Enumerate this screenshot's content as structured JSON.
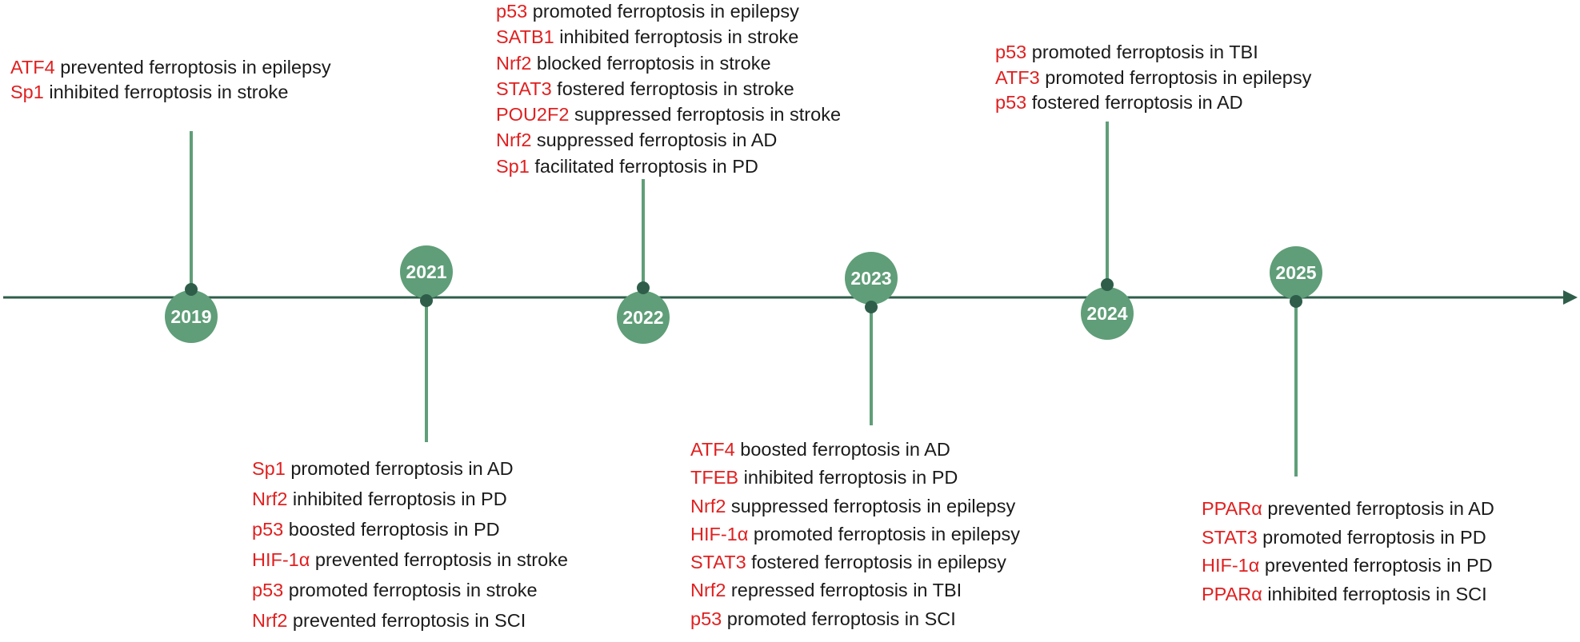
{
  "colors": {
    "axis": "#2e5e4a",
    "connector": "#5f9e78",
    "circle": "#5f9e78",
    "dot": "#2e5e4a",
    "factor": "#e02020",
    "text": "#1a1a1a"
  },
  "milestones": [
    {
      "year": "2019",
      "events": [
        {
          "factor": "ATF4",
          "text": " prevented ferroptosis in epilepsy"
        },
        {
          "factor": "Sp1",
          "text": " inhibited ferroptosis in stroke"
        }
      ]
    },
    {
      "year": "2021",
      "events": [
        {
          "factor": "Sp1",
          "text": " promoted ferroptosis in AD"
        },
        {
          "factor": "Nrf2",
          "text": " inhibited ferroptosis in PD"
        },
        {
          "factor": "p53",
          "text": " boosted ferroptosis in PD"
        },
        {
          "factor": "HIF-1α",
          "text": " prevented ferroptosis in stroke"
        },
        {
          "factor": "p53",
          "text": " promoted ferroptosis in stroke"
        },
        {
          "factor": "Nrf2",
          "text": " prevented ferroptosis in SCI"
        }
      ]
    },
    {
      "year": "2022",
      "events": [
        {
          "factor": "p53",
          "text": " promoted ferroptosis in epilepsy"
        },
        {
          "factor": "SATB1",
          "text": " inhibited ferroptosis in stroke"
        },
        {
          "factor": "Nrf2",
          "text": " blocked ferroptosis in stroke"
        },
        {
          "factor": "STAT3",
          "text": " fostered ferroptosis in stroke"
        },
        {
          "factor": "POU2F2",
          "text": " suppressed ferroptosis in stroke"
        },
        {
          "factor": "Nrf2",
          "text": " suppressed ferroptosis in AD"
        },
        {
          "factor": "Sp1",
          "text": " facilitated ferroptosis in PD"
        }
      ]
    },
    {
      "year": "2023",
      "events": [
        {
          "factor": "ATF4",
          "text": " boosted ferroptosis in AD"
        },
        {
          "factor": "TFEB",
          "text": " inhibited ferroptosis in PD"
        },
        {
          "factor": "Nrf2",
          "text": " suppressed ferroptosis in epilepsy"
        },
        {
          "factor": "HIF-1α",
          "text": " promoted ferroptosis in epilepsy"
        },
        {
          "factor": "STAT3",
          "text": " fostered ferroptosis in epilepsy"
        },
        {
          "factor": "Nrf2",
          "text": " repressed ferroptosis in TBI"
        },
        {
          "factor": "p53",
          "text": " promoted ferroptosis in SCI"
        }
      ]
    },
    {
      "year": "2024",
      "events": [
        {
          "factor": "p53",
          "text": " promoted ferroptosis in TBI"
        },
        {
          "factor": "ATF3",
          "text": " promoted ferroptosis in epilepsy"
        },
        {
          "factor": "p53",
          "text": " fostered ferroptosis in AD"
        }
      ]
    },
    {
      "year": "2025",
      "events": [
        {
          "factor": "PPARα",
          "text": " prevented ferroptosis in AD"
        },
        {
          "factor": "STAT3",
          "text": " promoted ferroptosis in PD"
        },
        {
          "factor": "HIF-1α",
          "text": " prevented ferroptosis in PD"
        },
        {
          "factor": "PPARα",
          "text": " inhibited ferroptosis in SCI"
        }
      ]
    }
  ]
}
